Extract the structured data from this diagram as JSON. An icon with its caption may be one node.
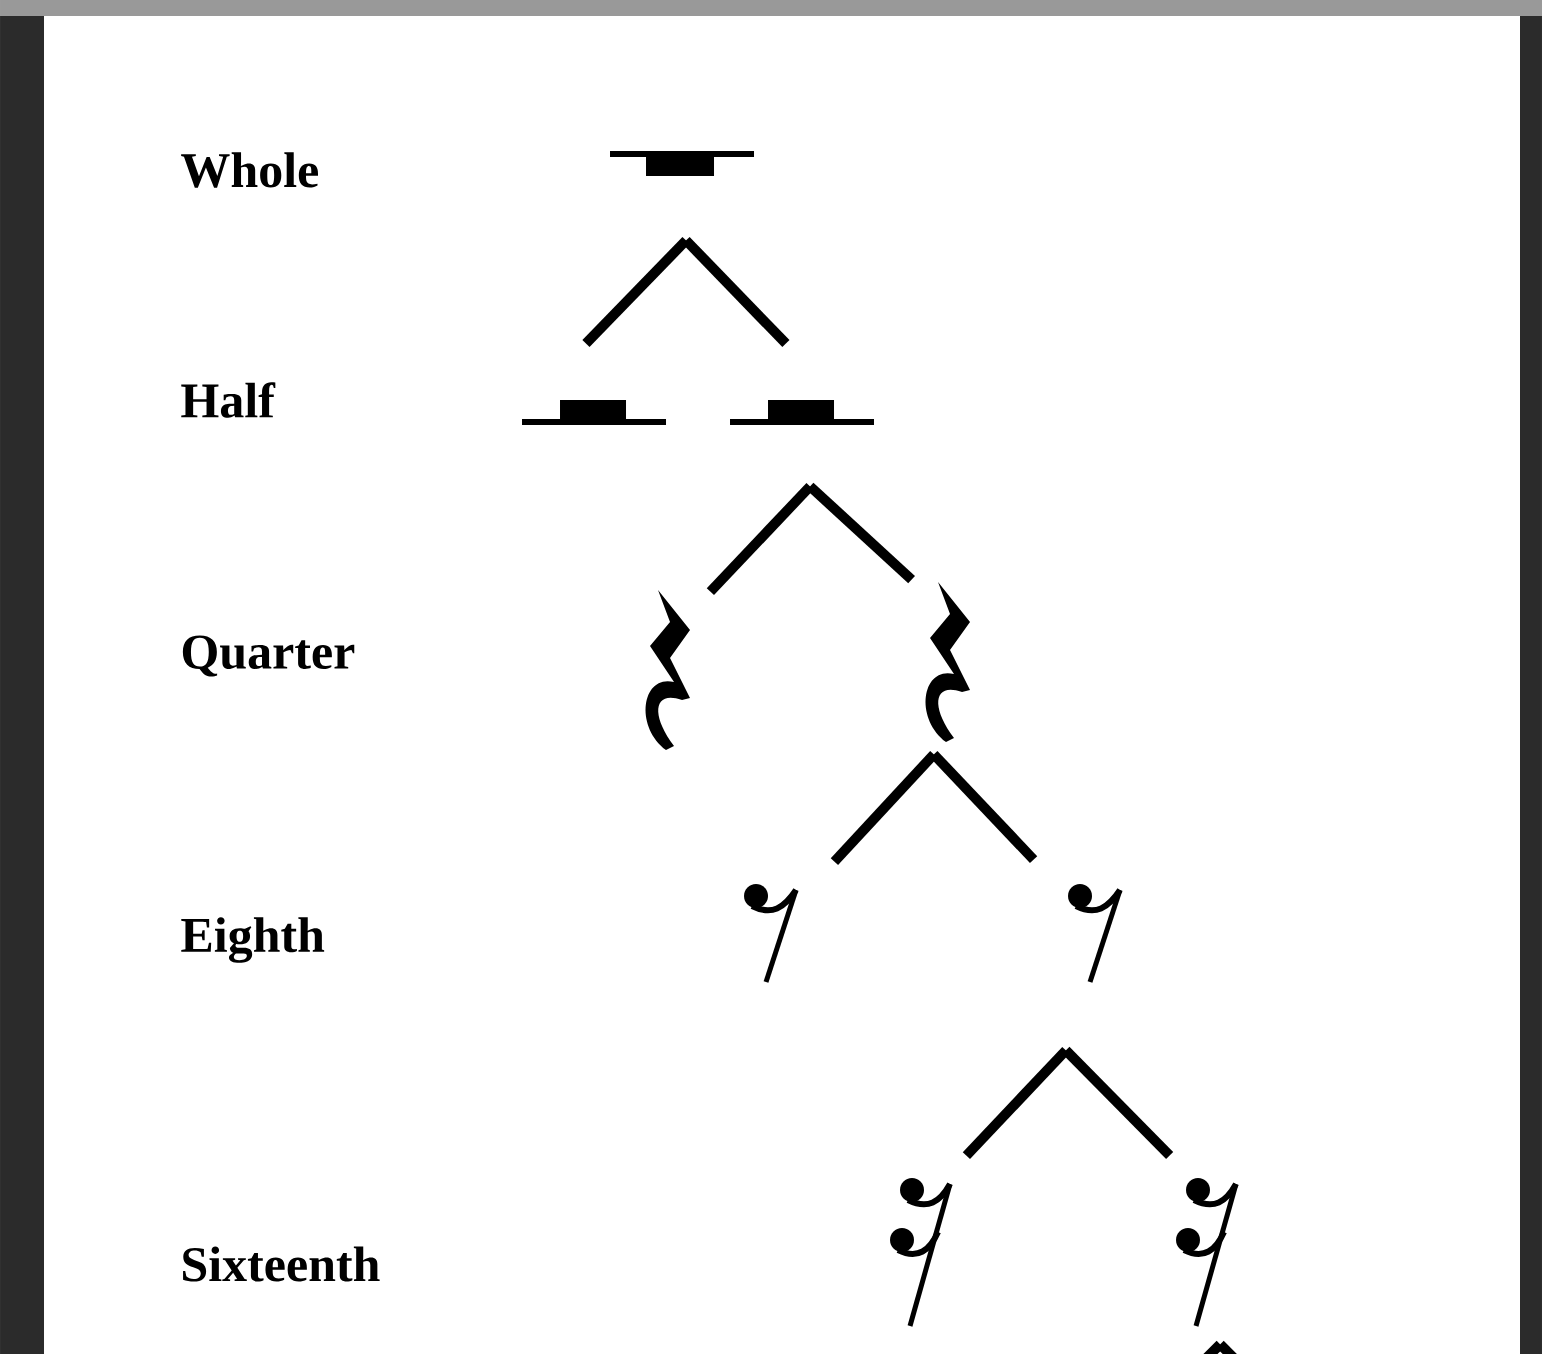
{
  "diagram": {
    "nodes": [
      {
        "text": [],
        "shape": "rest"
      },
      {
        "text": [],
        "shape": "rest"
      },
      {
        "text": [],
        "shape": "rest"
      },
      {
        "text": [],
        "shape": "rest"
      },
      {
        "text": [],
        "shape": "rest"
      },
      {
        "text": [],
        "shape": "rest"
      },
      {
        "text": [],
        "shape": "rest"
      },
      {
        "text": [],
        "shape": "rest"
      },
      {
        "text": [],
        "shape": "rest"
      }
    ],
    "edges": [
      {
        "from": 0,
        "to": 1,
        "arrow": "none"
      },
      {
        "from": 0,
        "to": 2,
        "arrow": "none"
      },
      {
        "from": 2,
        "to": 3,
        "arrow": "none"
      },
      {
        "from": 2,
        "to": 4,
        "arrow": "none"
      },
      {
        "from": 4,
        "to": 5,
        "arrow": "none"
      },
      {
        "from": 4,
        "to": 6,
        "arrow": "none"
      },
      {
        "from": 6,
        "to": 7,
        "arrow": "none"
      },
      {
        "from": 6,
        "to": 8,
        "arrow": "none"
      },
      {
        "from": 8,
        "to": null,
        "arrow": "none"
      },
      {
        "from": 8,
        "to": null,
        "arrow": "none"
      }
    ],
    "labels": [
      "Whole",
      "Half",
      "Quarter",
      "Eighth",
      "Sixteenth"
    ]
  }
}
